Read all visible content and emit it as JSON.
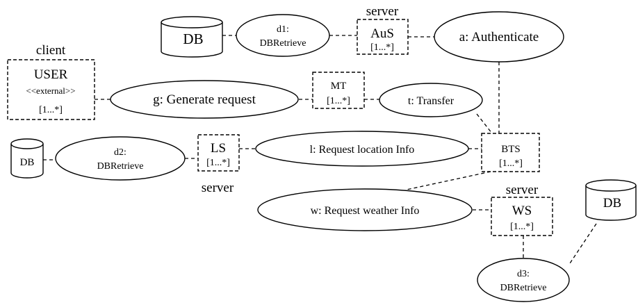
{
  "stereotype_labels": {
    "server_top": "server",
    "client": "client",
    "server_ls": "server",
    "server_ws": "server"
  },
  "databases": {
    "db1": "DB",
    "db2": "DB",
    "db3": "DB"
  },
  "components": {
    "aus": {
      "name": "AuS",
      "multiplicity": "[1...*]"
    },
    "user": {
      "name": "USER",
      "stereotype": "<<external>>",
      "multiplicity": "[1...*]"
    },
    "mt": {
      "name": "MT",
      "multiplicity": "[1...*]"
    },
    "ls": {
      "name": "LS",
      "multiplicity": "[1...*]"
    },
    "bts": {
      "name": "BTS",
      "multiplicity": "[1...*]"
    },
    "ws": {
      "name": "WS",
      "multiplicity": "[1...*]"
    }
  },
  "operations": {
    "d1": {
      "line1": "d1:",
      "line2": "DBRetrieve"
    },
    "a": "a: Authenticate",
    "g": "g: Generate request",
    "t": "t: Transfer",
    "d2": {
      "line1": "d2:",
      "line2": "DBRetrieve"
    },
    "l": "l: Request location Info",
    "w": "w: Request weather Info",
    "d3": {
      "line1": "d3:",
      "line2": "DBRetrieve"
    }
  }
}
